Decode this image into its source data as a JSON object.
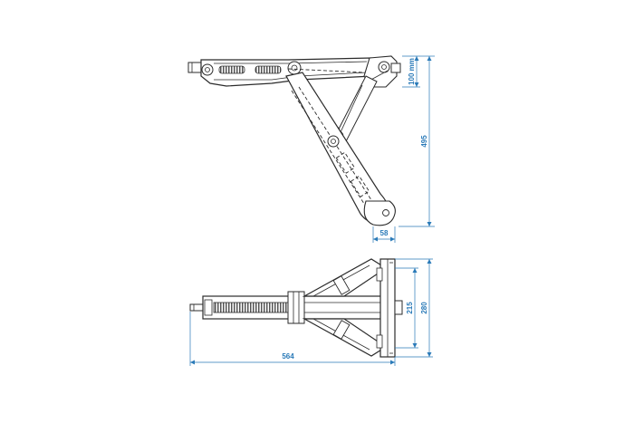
{
  "dimensions": {
    "height_to_pivot": "100 mm",
    "total_height": "495",
    "foot_width": "58",
    "total_length": "564",
    "inner_width": "215",
    "outer_width": "280"
  },
  "colors": {
    "dimension": "#2a7ab8",
    "outline": "#2b2b2b",
    "background": "#ffffff"
  }
}
